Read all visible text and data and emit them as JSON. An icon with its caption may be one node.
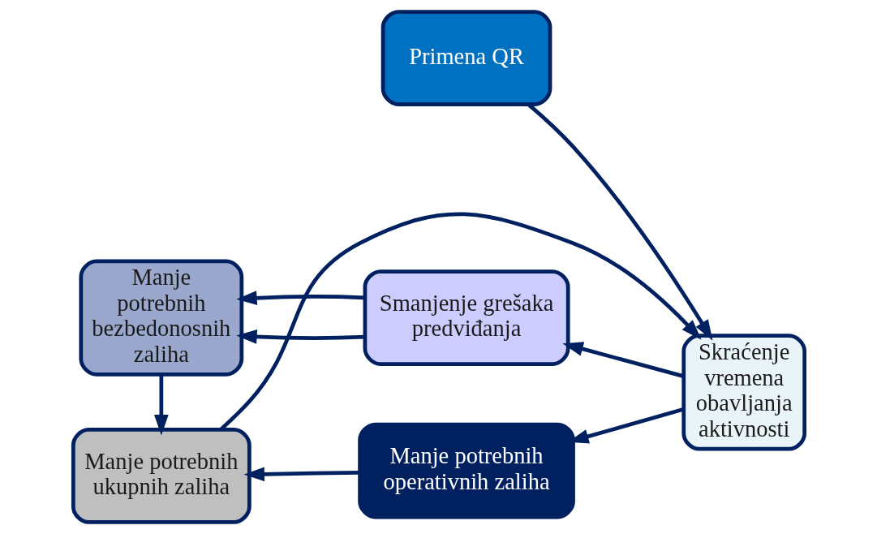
{
  "diagram": {
    "nodes": [
      {
        "text": [
          "Primena QR"
        ]
      },
      {
        "text": [
          "Manje potrebnih ukupnih zaliha"
        ]
      },
      {
        "text": [
          "Skraćenje vremena obavljanja aktivnosti"
        ]
      },
      {
        "text": [
          "Manje potrebnih operativnih zaliha"
        ]
      },
      {
        "text": [
          "Manje potrebnih bezbedonosnih zaliha"
        ]
      },
      {
        "text": [
          "Smanjenje grešaka predviđanja"
        ]
      }
    ],
    "edges": [
      {
        "from": 0,
        "to": 2,
        "arrow": "to"
      },
      {
        "from": 1,
        "to": 2,
        "arrow": "to"
      },
      {
        "from": 2,
        "to": 3,
        "arrow": "to"
      },
      {
        "from": 3,
        "to": 1,
        "arrow": "to"
      },
      {
        "from": 4,
        "to": 1,
        "arrow": "to"
      },
      {
        "from": 2,
        "to": 5,
        "arrow": "to"
      },
      {
        "from": 5,
        "to": 4,
        "arrow": "to"
      },
      {
        "from": 5,
        "to": 4,
        "arrow": "to"
      }
    ]
  }
}
